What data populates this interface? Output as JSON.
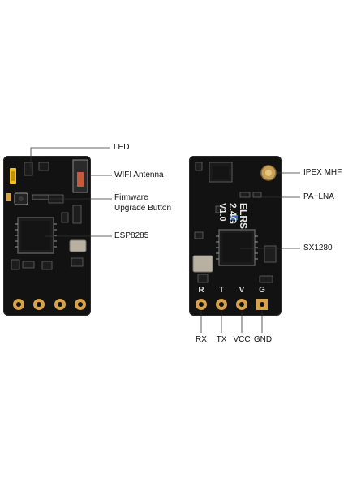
{
  "left_board": {
    "callouts": {
      "led": "LED",
      "wifi_antenna": "WIFI Antenna",
      "firmware_line1": "Firmware",
      "firmware_line2": "Upgrade Button",
      "chip": "ESP8285"
    }
  },
  "right_board": {
    "silkscreen_line1": "ELRS 2.4G",
    "silkscreen_line2": "V1.0",
    "pin_marks": [
      "R",
      "T",
      "V",
      "G"
    ],
    "callouts": {
      "antenna_connector": "IPEX MHF",
      "amplifier": "PA+LNA",
      "chip": "SX1280"
    },
    "pins": [
      "RX",
      "TX",
      "VCC",
      "GND"
    ]
  },
  "colors": {
    "board": "#121212",
    "pad_gold": "#d8a24a",
    "led_yellow": "#f2c21a"
  }
}
